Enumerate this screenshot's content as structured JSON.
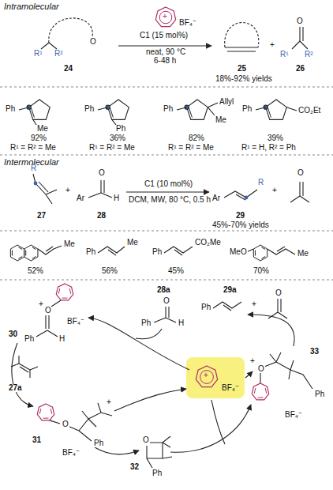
{
  "diagram": {
    "labels": [
      "Intramolecular",
      "C1 (15 mol%)",
      "neat, 90 °C",
      "6-48 h",
      "BF₄⁻",
      "+",
      "R¹",
      "R²",
      "O",
      "24",
      "25",
      "+",
      "O",
      "R¹",
      "R²",
      "26",
      "18%-92% yields",
      "Ph",
      "Me",
      "92%",
      "R¹ = R² = Me",
      "Ph",
      "Ph",
      "36%",
      "R¹ = R² = Me",
      "Ph",
      "Allyl",
      "Me",
      "82%",
      "R¹ = R² = Me",
      "Ph",
      "CO₂Et",
      "39%",
      "R¹ = H, R² = Ph",
      "Intermolecular",
      "R",
      "27",
      "+",
      "Ar",
      "O",
      "H",
      "28",
      "C1 (10 mol%)",
      "DCM, MW, 80 °C, 0.5 h",
      "Ar",
      "R",
      "29",
      "+",
      "O",
      "45%-70% yields",
      "Me",
      "52%",
      "Ph",
      "Me",
      "56%",
      "Ph",
      "CO₂Me",
      "45%",
      "MeO",
      "Me",
      "70%",
      "28a",
      "O",
      "Ph",
      "H",
      "29a",
      "Ph",
      "+",
      "O",
      "30",
      "+",
      "O",
      "Ph",
      "H",
      "BF₄⁻",
      "27a",
      "31",
      "O",
      "Ph",
      "BF₄⁻",
      "+",
      "32",
      "O",
      "Ph",
      "33",
      "O",
      "+",
      "Ph",
      "BF₄⁻",
      "+",
      "BF₄⁻"
    ]
  }
}
